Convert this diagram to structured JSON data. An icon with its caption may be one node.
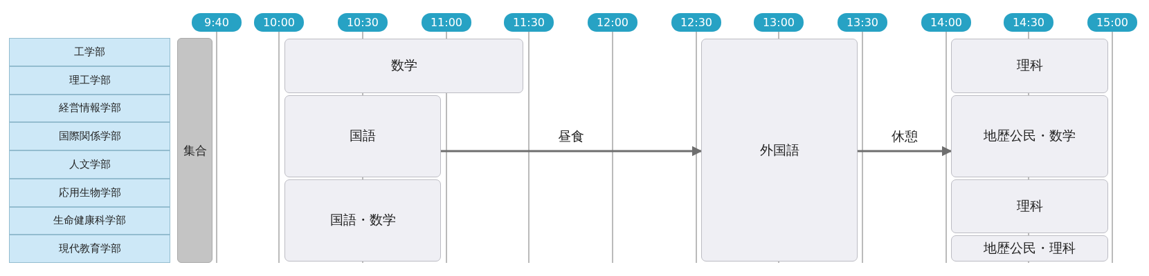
{
  "diagram": {
    "nodes": [
      {
        "text": [
          "9:40"
        ]
      },
      {
        "text": [
          "10:00"
        ]
      },
      {
        "text": [
          "10:30"
        ]
      },
      {
        "text": [
          "11:00"
        ]
      },
      {
        "text": [
          "11:30"
        ]
      },
      {
        "text": [
          "12:00"
        ]
      },
      {
        "text": [
          "12:30"
        ]
      },
      {
        "text": [
          "13:00"
        ]
      },
      {
        "text": [
          "13:30"
        ]
      },
      {
        "text": [
          "14:00"
        ]
      },
      {
        "text": [
          "14:30"
        ]
      },
      {
        "text": [
          "15:00"
        ]
      },
      {
        "text": [
          "工学部"
        ]
      },
      {
        "text": [
          "理工学部"
        ]
      },
      {
        "text": [
          "経営情報学部"
        ]
      },
      {
        "text": [
          "国際関係学部"
        ]
      },
      {
        "text": [
          "人文学部"
        ]
      },
      {
        "text": [
          "応用生物学部"
        ]
      },
      {
        "text": [
          "生命健康科学部"
        ]
      },
      {
        "text": [
          "現代教育学部"
        ]
      },
      {
        "text": [
          "集合"
        ]
      },
      {
        "text": [
          "数学"
        ]
      },
      {
        "text": [
          "国語"
        ]
      },
      {
        "text": [
          "国語・数学"
        ]
      },
      {
        "text": [
          "外国語"
        ]
      },
      {
        "text": [
          "理科"
        ]
      },
      {
        "text": [
          "地歴公民・数学"
        ]
      },
      {
        "text": [
          "理科"
        ]
      },
      {
        "text": [
          "地歴公民・理科"
        ]
      }
    ],
    "edges": [
      {
        "from": 22,
        "to": 24,
        "arrow": "to",
        "label": "昼食"
      },
      {
        "from": 24,
        "to": 26,
        "arrow": "to",
        "label": "休憩"
      }
    ]
  }
}
